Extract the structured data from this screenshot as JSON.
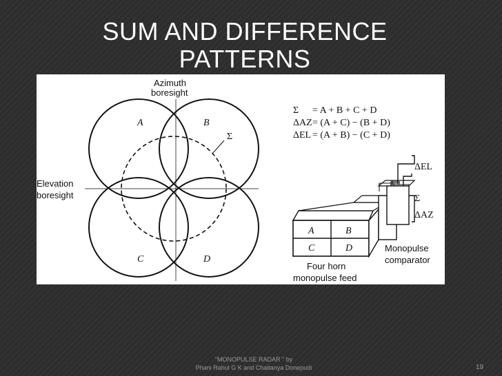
{
  "slide": {
    "title_line1": "SUM AND DIFFERENCE",
    "title_line2": "PATTERNS",
    "footer_line1": "\"MONOPULSE RADAR \" by",
    "footer_line2": "Phani Rahul G K and Chaitanya Donepudi",
    "page_number": "19"
  },
  "figure": {
    "azimuth_line1": "Azimuth",
    "azimuth_line2": "boresight",
    "elevation_line1": "Elevation",
    "elevation_line2": "boresight",
    "beam_a": "A",
    "beam_b": "B",
    "beam_c": "C",
    "beam_d": "D",
    "sum_symbol": "Σ",
    "eq_sum_lhs": "Σ",
    "eq_sum_rhs": "= A + B + C + D",
    "eq_az_lhs": "ΔAZ",
    "eq_az_rhs": "= (A + C) − (B + D)",
    "eq_el_lhs": "ΔEL",
    "eq_el_rhs": "= (A + B) − (C + D)",
    "out_el": "ΔEL",
    "out_sum": "Σ",
    "out_az": "ΔAZ",
    "horn_a": "A",
    "horn_b": "B",
    "horn_c": "C",
    "horn_d": "D",
    "comparator_line1": "Monopulse",
    "comparator_line2": "comparator",
    "feed_line1": "Four horn",
    "feed_line2": "monopulse feed"
  }
}
